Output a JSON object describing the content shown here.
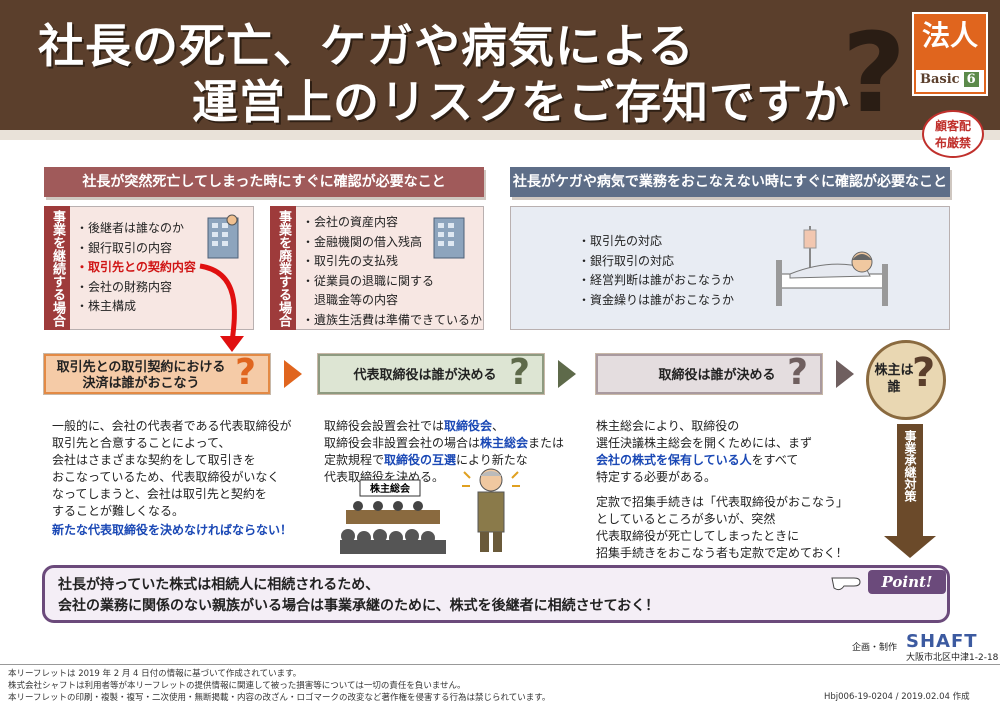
{
  "header": {
    "title_line1": "社長の死亡、ケガや病気による",
    "title_line2": "運営上のリスクをご存知ですか",
    "question_mark": "?",
    "category": "法人",
    "basic_label": "Basic",
    "basic_number": "6",
    "confidential": "顧客配布厳禁"
  },
  "sections": {
    "left_head": "社長が突然死亡してしまった時にすぐに確認が必要なこと",
    "right_head": "社長がケガや病気で業務をおこなえない時にすぐに確認が必要なこと",
    "continue": {
      "label": "事業を継続する場合",
      "items": [
        "・後継者は誰なのか",
        "・銀行取引の内容",
        "・取引先との契約内容",
        "・会社の財務内容",
        "・株主構成"
      ],
      "highlight_index": 2
    },
    "close": {
      "label": "事業を廃業する場合",
      "items": [
        "・会社の資産内容",
        "・金融機関の借入残高",
        "・取引先の支払残",
        "・従業員の退職に関する",
        "　退職金等の内容",
        "・遺族生活費は準備できているか"
      ]
    },
    "illness": {
      "items": [
        "・取引先の対応",
        "・銀行取引の対応",
        "・経営判断は誰がおこなうか",
        "・資金繰りは誰がおこなうか"
      ]
    }
  },
  "flow": {
    "step1": "取引先との取引契約における決済は誰がおこなう",
    "step2": "代表取締役は誰が決める",
    "step3": "取締役は誰が決める",
    "step4": "株主は誰",
    "q": "?",
    "succession": "事業承継対策"
  },
  "body1": {
    "lines": [
      "一般的に、会社の代表者である代表取締役が",
      "取引先と合意することによって、",
      "会社はさまざまな契約をして取引きを",
      "おこなっているため、代表取締役がいなく",
      "なってしまうと、会社は取引先と契約を",
      "することが難しくなる。"
    ],
    "note": "新たな代表取締役を決めなければならない！"
  },
  "body2": {
    "l1_a": "取締役会設置会社では",
    "l1_b": "取締役会",
    "l1_c": "、",
    "l2_a": "取締役会非設置会社の場合は",
    "l2_b": "株主総会",
    "l2_c": "または",
    "l3_a": "定款規程で",
    "l3_b": "取締役の互選",
    "l3_c": "により新たな",
    "l4": "代表取締役を決める。",
    "board_sign": "株主総会"
  },
  "body3": {
    "l1": "株主総会により、取締役の",
    "l2": "選任決議株主総会を開くためには、まず",
    "l3_a": "会社の株式を保有している人",
    "l3_b": "をすべて",
    "l4": "特定する必要がある。",
    "b_lines": [
      "定款で招集手続きは「代表取締役がおこなう」",
      "としているところが多いが、突然",
      "代表取締役が死亡してしまったときに",
      "招集手続きをおこなう者も定款で定めておく！"
    ]
  },
  "point": {
    "badge": "Point!",
    "line1": "社長が持っていた株式は相続人に相続されるため、",
    "line2": "会社の業務に関係のない親族がいる場合は事業承継のために、株式を後継者に相続させておく！"
  },
  "producer": {
    "label": "企画・制作",
    "logo": "SHAFT",
    "address": "大阪市北区中津1-2-18"
  },
  "footer": {
    "lines": [
      "本リーフレットは 2019 年 2 月 4 日付の情報に基づいて作成されています。",
      "株式会社シャフトは利用者等が本リーフレットの提供情報に関連して被った損害等については一切の責任を負いません。",
      "本リーフレットの印刷・複製・複写・二次使用・無断掲載・内容の改ざん・ロゴマークの改変など著作権を侵害する行為は禁じられています。"
    ],
    "code": "Hbj006-19-0204 / 2019.02.04 作成"
  },
  "colors": {
    "brown": "#5b3f2c",
    "orange": "#e0651e",
    "maroon": "#a05a5a",
    "slate": "#5e6e88",
    "blue": "#1a48b5",
    "red": "#d01515",
    "purple": "#6b4a7b"
  }
}
